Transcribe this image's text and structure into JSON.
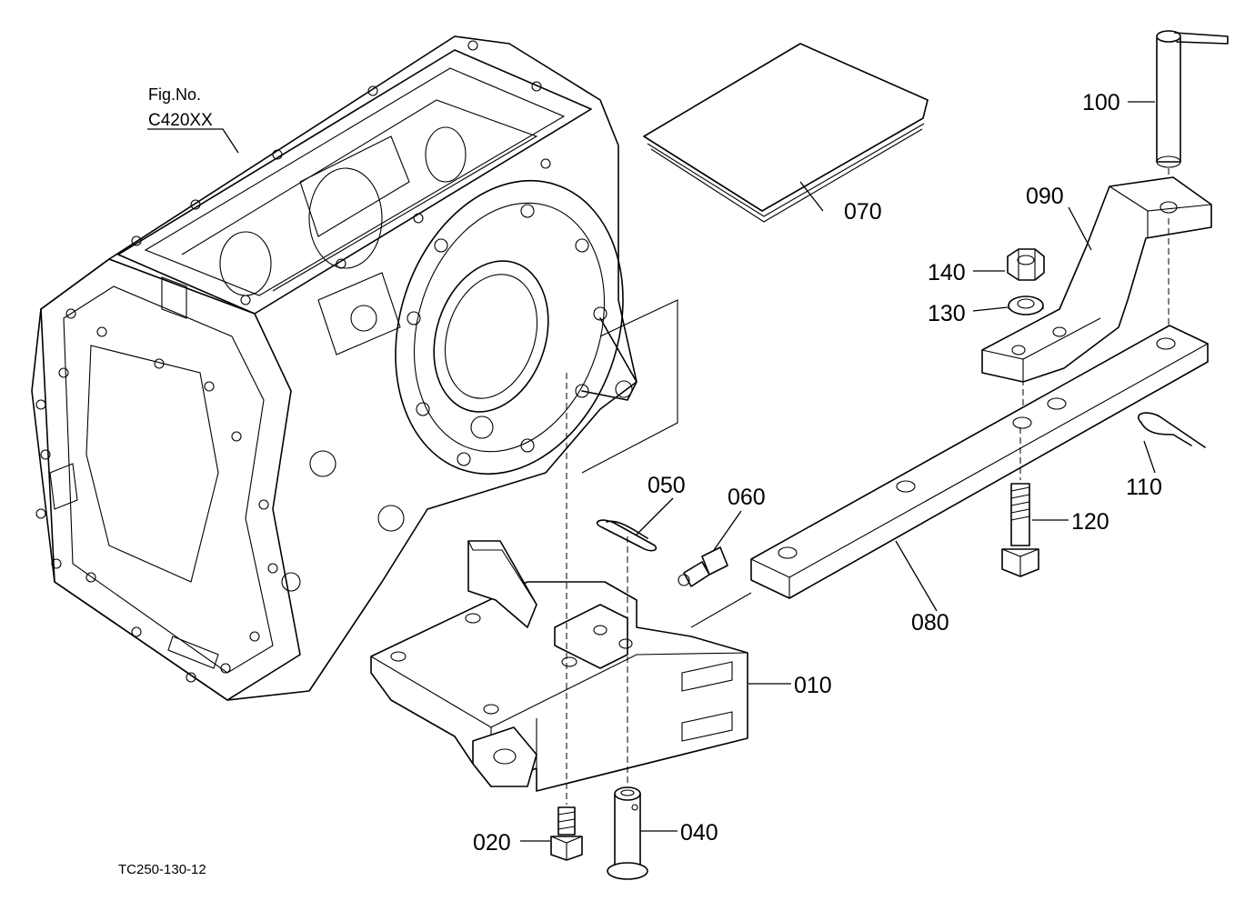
{
  "figure": {
    "ref_label": "Fig.No.",
    "ref_code": "C420XX",
    "drawing_code": "TC250-130-12"
  },
  "parts": [
    {
      "id": "p010",
      "label": "010"
    },
    {
      "id": "p020",
      "label": "020"
    },
    {
      "id": "p040",
      "label": "040"
    },
    {
      "id": "p050",
      "label": "050"
    },
    {
      "id": "p060",
      "label": "060"
    },
    {
      "id": "p070",
      "label": "070"
    },
    {
      "id": "p080",
      "label": "080"
    },
    {
      "id": "p090",
      "label": "090"
    },
    {
      "id": "p100",
      "label": "100"
    },
    {
      "id": "p110",
      "label": "110"
    },
    {
      "id": "p120",
      "label": "120"
    },
    {
      "id": "p130",
      "label": "130"
    },
    {
      "id": "p140",
      "label": "140"
    }
  ]
}
